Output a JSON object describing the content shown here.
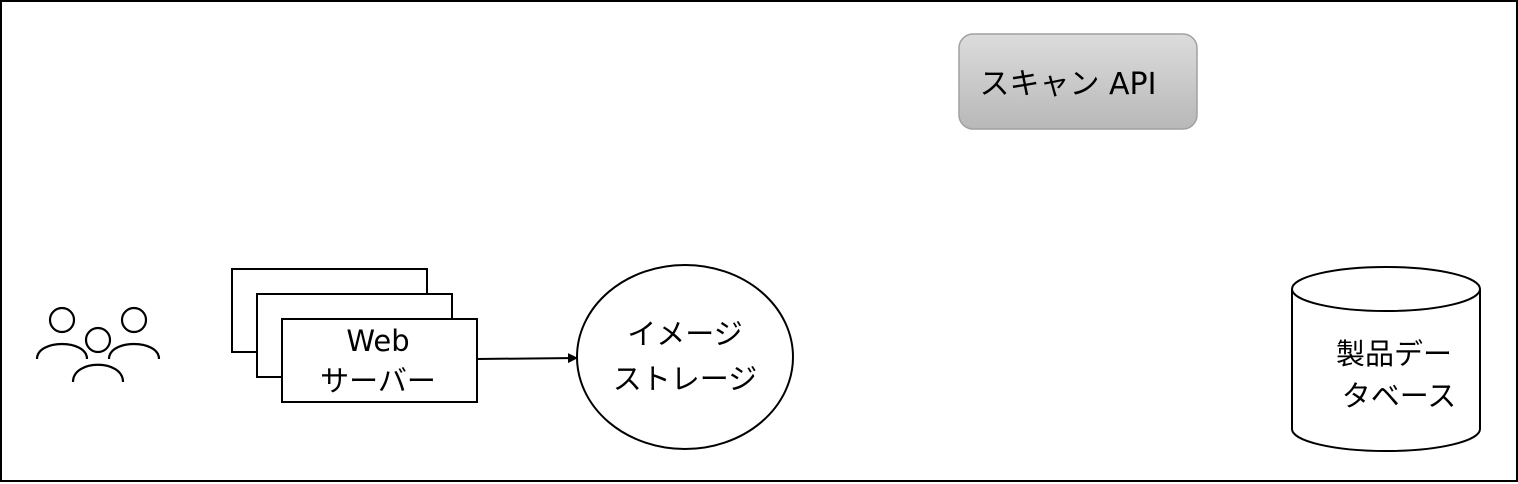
{
  "diagram": {
    "scan_api": {
      "label": "スキャン API",
      "fill_top": "#dcdcdc",
      "fill_bottom": "#b8b8b8"
    },
    "users": {
      "icon": "users-icon"
    },
    "web_server": {
      "line1": "Web",
      "line2": "サーバー"
    },
    "image_storage": {
      "line1": "イメージ",
      "line2": "ストレージ"
    },
    "product_db": {
      "line1": "製品デー",
      "line2": "タベース"
    },
    "edges": [
      {
        "from": "web_server",
        "to": "image_storage",
        "type": "arrow"
      }
    ]
  }
}
